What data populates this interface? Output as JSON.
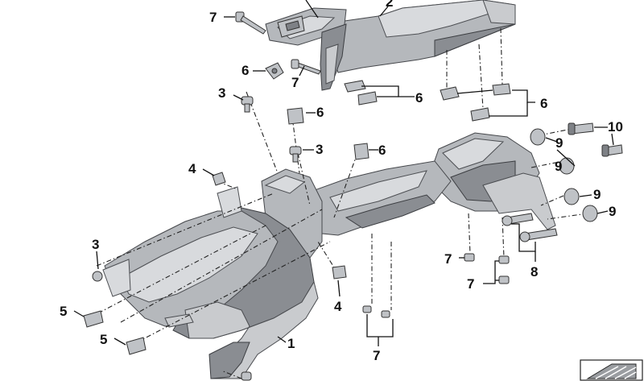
{
  "callouts": {
    "c1": "1",
    "c2": "2",
    "c3a": "3",
    "c3b": "3",
    "c3c": "3",
    "c4a": "4",
    "c4b": "4",
    "c5a": "5",
    "c5b": "5",
    "c6a": "6",
    "c6b": "6",
    "c6c": "6",
    "c6d": "6",
    "c6e": "6",
    "c7a": "7",
    "c7b": "7",
    "c7c": "7",
    "c7d": "7",
    "c7e": "7",
    "c8": "8",
    "c9a": "9",
    "c9b": "9",
    "c9c": "9",
    "c9d": "9",
    "c10": "10"
  },
  "colors": {
    "stroke": "#111111",
    "part_dark": "#8a8d92",
    "part_mid": "#b5b8bc",
    "part_light": "#d8dadd"
  },
  "icons": {
    "corner_symbol": "hatched-wedge-icon"
  }
}
